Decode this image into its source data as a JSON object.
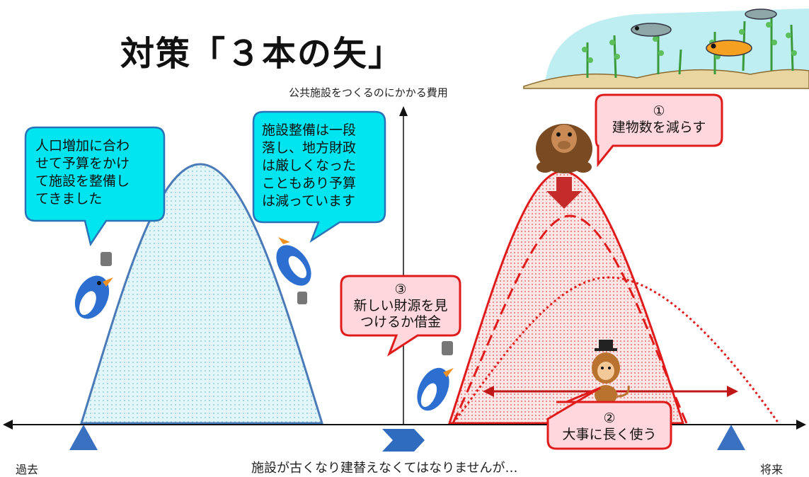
{
  "title": "対策「３本の矢」",
  "y_axis_label": "公共施設をつくるのにかかる費用",
  "x_axis": {
    "left_label": "過去",
    "right_label": "将来",
    "caption": "施設が古くなり建替えなくてはなりませんが…"
  },
  "callouts": {
    "past": [
      "人口増加に合わ",
      "せて予算をかけ",
      "て施設を整備し",
      "てきました"
    ],
    "present": [
      "施設整備は一段",
      "落し、地方財政",
      "は厳しくなった",
      "こともあり予算",
      "は減っています"
    ],
    "arrow1": [
      "①",
      "建物数を減らす"
    ],
    "arrow2": [
      "②",
      "大事に長く使う"
    ],
    "arrow3": [
      "③",
      "新しい財源を見",
      "つけるか借金"
    ]
  },
  "colors": {
    "blue_curve": "#4a7ab8",
    "blue_fill": "#dff3f8",
    "red": "#e01b1b",
    "dark_red": "#b01818",
    "cyan_callout": "#00e5f0",
    "pink_callout": "#ffd7dc"
  }
}
